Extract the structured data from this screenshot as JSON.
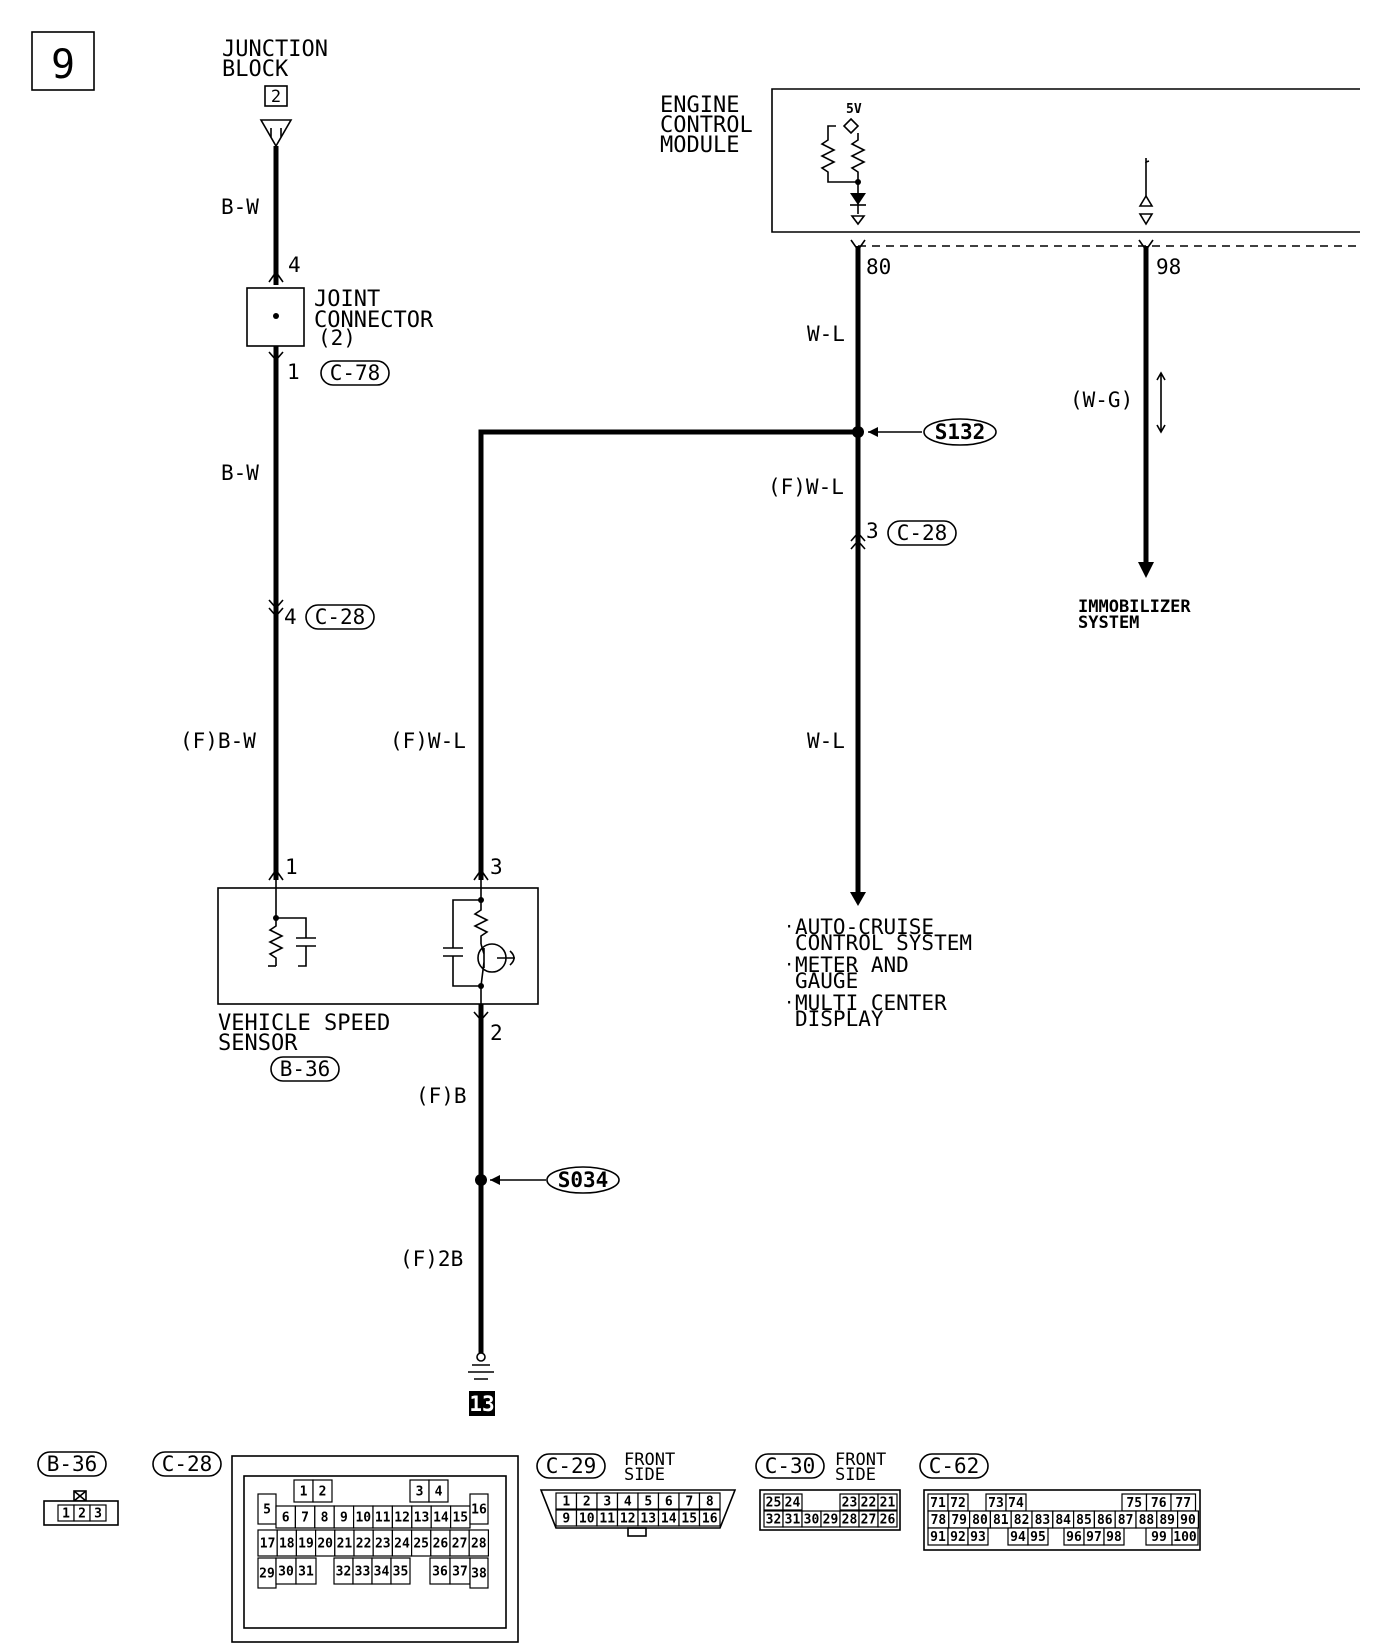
{
  "diagram": {
    "page_number": "9",
    "junction_block": {
      "line1": "JUNCTION",
      "line2": "BLOCK",
      "terminal": "2"
    },
    "joint_connector": {
      "line1": "JOINT",
      "line2": "CONNECTOR",
      "line3": "(2)",
      "pin_top": "4",
      "pin_bottom": "1",
      "connector": "C-78"
    },
    "ecm": {
      "line1": "ENGINE",
      "line2": "CONTROL",
      "line3": "MODULE",
      "voltage": "5V",
      "pin_80": "80",
      "pin_98": "98"
    },
    "wire_labels": {
      "bw_top": "B-W",
      "bw_mid": "B-W",
      "bw_f": "(F)B-W",
      "wl_f_left": "(F)W-L",
      "wl_top": "W-L",
      "wl_f_right": "(F)W-L",
      "wl_bottom": "W-L",
      "wg": "(W-G)",
      "b_f": "(F)B",
      "b2_f": "(F)2B"
    },
    "pins": {
      "c28_left_pin": "4",
      "c28_left_conn": "C-28",
      "c28_right_pin": "3",
      "c28_right_conn": "C-28",
      "vss_pin1": "1",
      "vss_pin3": "3",
      "vss_pin2": "2"
    },
    "splices": {
      "s132": "S132",
      "s034": "S034"
    },
    "vss": {
      "line1": "VEHICLE SPEED",
      "line2": "SENSOR",
      "connector": "B-36"
    },
    "ground": {
      "number": "13"
    },
    "immobilizer": {
      "line1": "IMMOBILIZER",
      "line2": "SYSTEM"
    },
    "destinations": [
      {
        "line1": "AUTO-CRUISE",
        "line2": "CONTROL SYSTEM"
      },
      {
        "line1": "METER AND",
        "line2": "GAUGE"
      },
      {
        "line1": "MULTI CENTER",
        "line2": "DISPLAY"
      }
    ]
  },
  "connectors": {
    "b36": {
      "name": "B-36",
      "pins": [
        "1",
        "2",
        "3"
      ]
    },
    "c28": {
      "name": "C-28",
      "row1": [
        "1",
        "2",
        "3",
        "4"
      ],
      "row2": [
        "5",
        "6",
        "7",
        "8",
        "9",
        "10",
        "11",
        "12",
        "13",
        "14",
        "15",
        "16"
      ],
      "row3": [
        "17",
        "18",
        "19",
        "20",
        "21",
        "22",
        "23",
        "24",
        "25",
        "26",
        "27",
        "28"
      ],
      "row4": [
        "29",
        "30",
        "31",
        "32",
        "33",
        "34",
        "35",
        "36",
        "37",
        "38"
      ]
    },
    "c29": {
      "name": "C-29",
      "note1": "FRONT",
      "note2": "SIDE",
      "row1": [
        "1",
        "2",
        "3",
        "4",
        "5",
        "6",
        "7",
        "8"
      ],
      "row2": [
        "9",
        "10",
        "11",
        "12",
        "13",
        "14",
        "15",
        "16"
      ]
    },
    "c30": {
      "name": "C-30",
      "note1": "FRONT",
      "note2": "SIDE",
      "row1": [
        "25",
        "24",
        "23",
        "22",
        "21"
      ],
      "row2": [
        "32",
        "31",
        "30",
        "29",
        "28",
        "27",
        "26"
      ]
    },
    "c62": {
      "name": "C-62",
      "row1": [
        "71",
        "72",
        "73",
        "74",
        "75",
        "76",
        "77"
      ],
      "row2": [
        "78",
        "79",
        "80",
        "81",
        "82",
        "83",
        "84",
        "85",
        "86",
        "87",
        "88",
        "89",
        "90"
      ],
      "row3": [
        "91",
        "92",
        "93",
        "94",
        "95",
        "96",
        "97",
        "98",
        "99",
        "100"
      ]
    }
  }
}
